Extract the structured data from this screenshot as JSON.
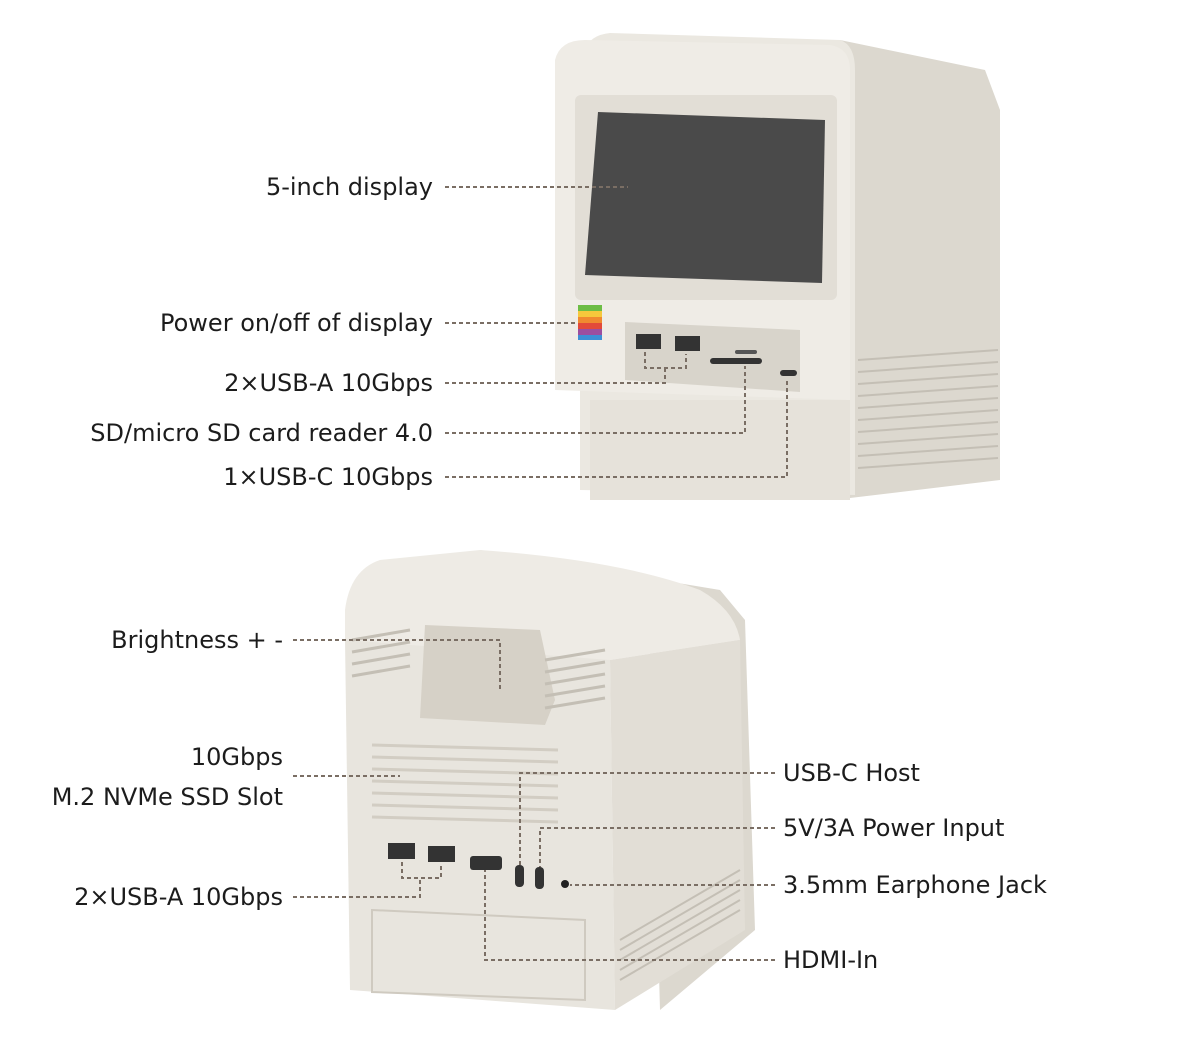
{
  "front_view": {
    "labels": {
      "display": "5-inch display",
      "power": "Power on/off of display",
      "usb_a": "2×USB-A 10Gbps",
      "sd": "SD/micro SD card reader 4.0",
      "usb_c": "1×USB-C 10Gbps"
    }
  },
  "rear_view": {
    "labels": {
      "brightness": "Brightness + -",
      "ssd_line1": "10Gbps",
      "ssd_line2": "M.2 NVMe SSD Slot",
      "usb_a": "2×USB-A 10Gbps",
      "usb_c_host": "USB-C Host",
      "power_input": "5V/3A Power Input",
      "earphone": "3.5mm Earphone Jack",
      "hdmi": "HDMI-In"
    }
  },
  "colors": {
    "body": "#ebe8e1",
    "shade": "#d9d5cc",
    "screen": "#4a4a4a",
    "leader": "#7a6e64"
  }
}
